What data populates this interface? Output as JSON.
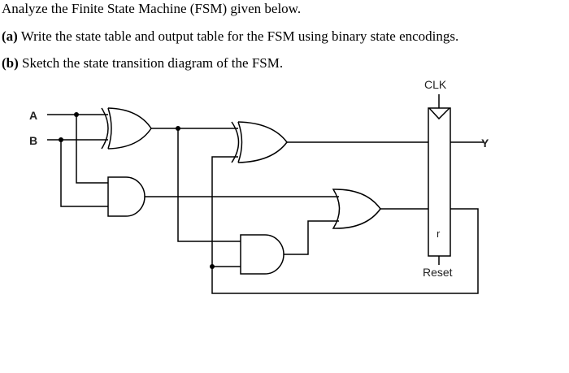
{
  "question": {
    "intro": "Analyze the Finite State Machine (FSM) given below.",
    "part_a_label": "(a)",
    "part_a_text": " Write the state table and output table for the FSM using binary state encodings.",
    "part_b_label": "(b)",
    "part_b_text": " Sketch the state transition diagram of the FSM."
  },
  "circuit": {
    "input_a": "A",
    "input_b": "B",
    "clock_label": "CLK",
    "output_label": "Y",
    "reset_pin_label": "r",
    "reset_label": "Reset"
  }
}
